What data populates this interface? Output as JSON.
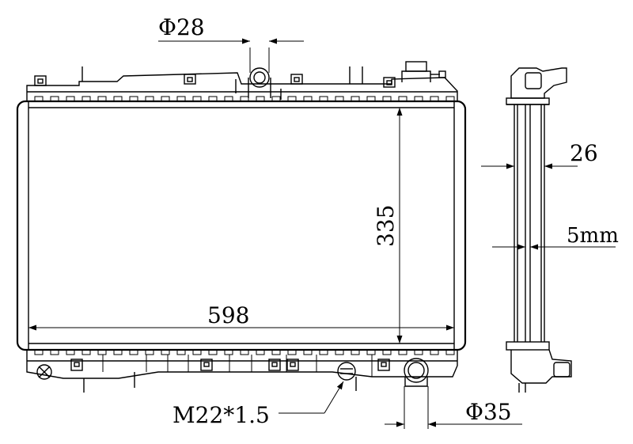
{
  "dimensions": {
    "inlet_diameter": "Φ28",
    "outlet_diameter": "Φ35",
    "core_width": "598",
    "core_height": "335",
    "core_thickness": "26",
    "tube_gap": "5mm",
    "drain_plug": "M22*1.5"
  }
}
